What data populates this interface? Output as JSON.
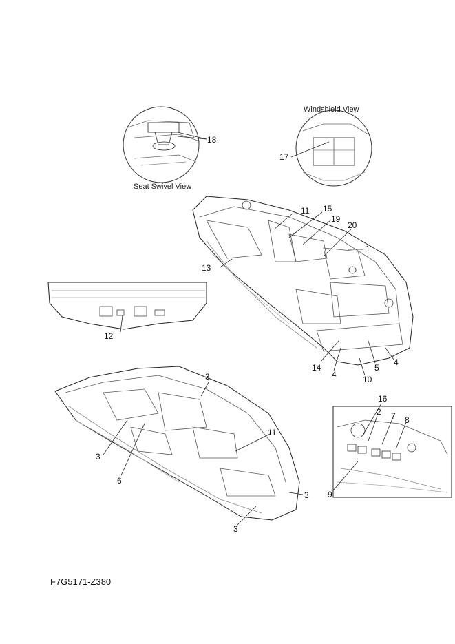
{
  "captions": {
    "windshield_view": "Windshield View",
    "seat_swivel_view": "Seat Swivel View"
  },
  "part_code": "F7G5171-Z380",
  "callouts": {
    "c1": "1",
    "c2": "2",
    "c3a": "3",
    "c3b": "3",
    "c3c": "3",
    "c3d": "3",
    "c4a": "4",
    "c4b": "4",
    "c5": "5",
    "c6": "6",
    "c7": "7",
    "c8": "8",
    "c9": "9",
    "c10": "10",
    "c11a": "11",
    "c11b": "11",
    "c12": "12",
    "c13": "13",
    "c14": "14",
    "c15": "15",
    "c16": "16",
    "c17": "17",
    "c18": "18",
    "c19": "19",
    "c20": "20"
  },
  "colors": {
    "line": "#333333",
    "light": "#9a9a9a"
  }
}
